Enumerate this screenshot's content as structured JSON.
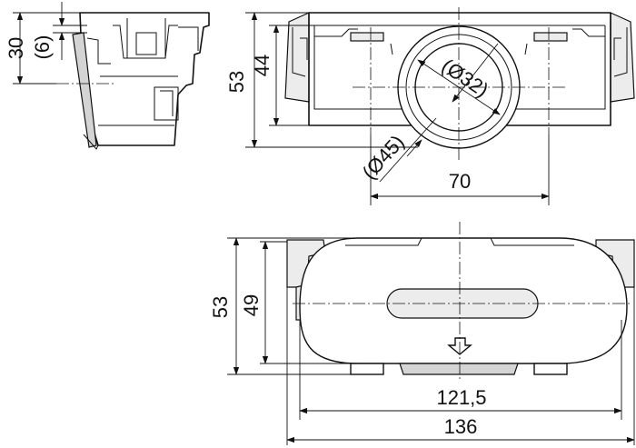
{
  "dimensions": {
    "side_height": "30",
    "side_offset": "(6)",
    "front_height_outer": "53",
    "front_height_inner": "44",
    "inner_diameter": "(Ø32)",
    "outer_diameter": "(Ø45)",
    "center_distance": "70",
    "top_height_outer": "53",
    "top_height_inner": "49",
    "width_inner": "121,5",
    "width_outer": "136"
  }
}
